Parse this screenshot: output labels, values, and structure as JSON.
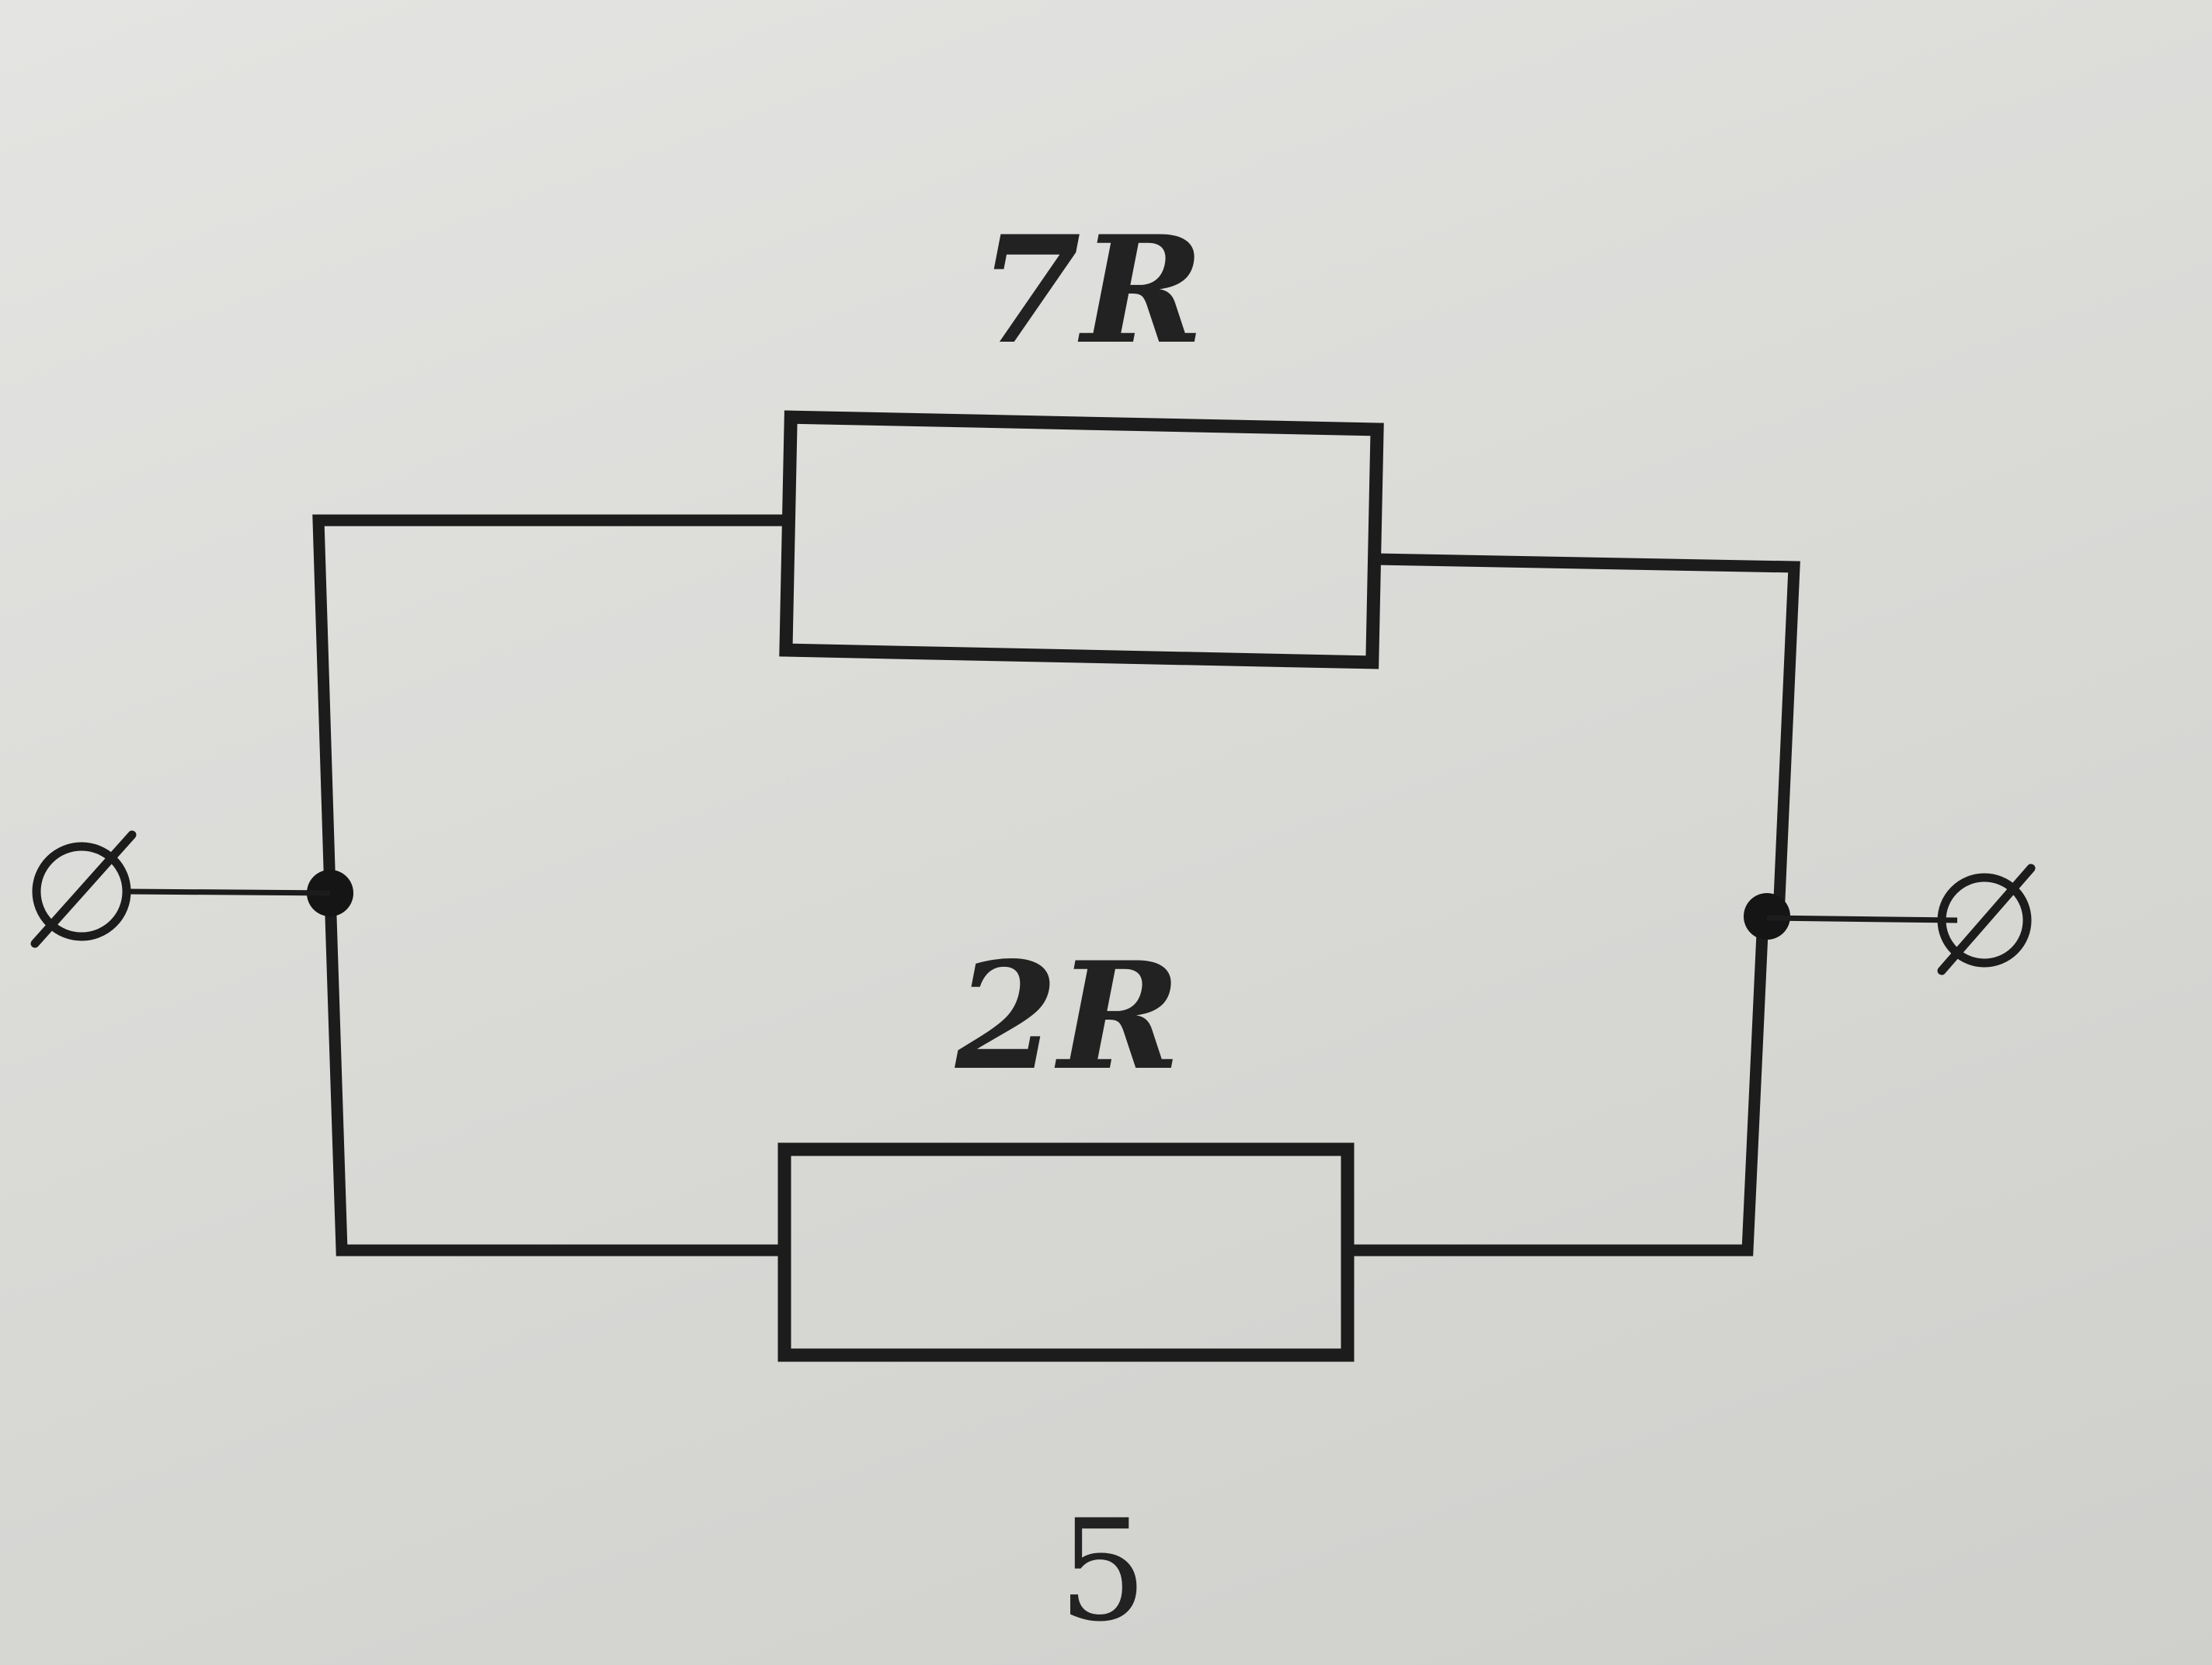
{
  "diagram": {
    "resistors": [
      {
        "id": "top",
        "label": "7R"
      },
      {
        "id": "bottom",
        "label": "2R"
      }
    ],
    "figure_number": "5",
    "ink_color": "#1c1c1c",
    "background_color": "#d9d9d6"
  }
}
